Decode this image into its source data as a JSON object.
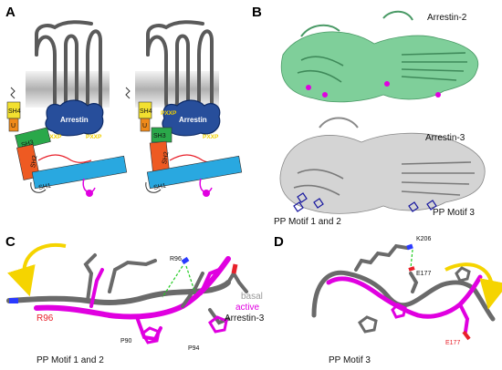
{
  "panels": {
    "a": {
      "letter": "A",
      "left": {
        "arrestin": "Arrestin",
        "pxxp_1": "PXXP",
        "pxxp_2": "PXXP",
        "sh4": "SH4",
        "u": "U",
        "sh3": "SH3",
        "sh2": "SH2",
        "sh1": "SH1"
      },
      "right": {
        "arrestin": "Arrestin",
        "pxxp_1": "PXXP",
        "pxxp_2": "PXXP",
        "sh4": "SH4",
        "u": "U",
        "sh3": "SH3",
        "sh2": "SH2",
        "sh1": "SH1"
      }
    },
    "b": {
      "letter": "B",
      "arrestin2_label": "Arrestin-2",
      "arrestin3_label": "Arrestin-3",
      "pp_motif_1_2": "PP Motif 1 and 2",
      "pp_motif_3": "PP Motif 3"
    },
    "c": {
      "letter": "C",
      "r96_top": "R96",
      "r96_bottom": "R96",
      "p90": "P90",
      "p94": "P94",
      "legend_basal": "basal",
      "legend_active": "active",
      "legend_arrestin3": "Arrestin-3",
      "caption": "PP Motif 1 and 2"
    },
    "d": {
      "letter": "D",
      "k206": "K206",
      "e177_top": "E177",
      "e177_bottom": "E177",
      "caption": "PP Motif 3"
    }
  },
  "colors": {
    "membrane": "#b5b5b5",
    "arrestin": "#274e9b",
    "sh4": "#f2e030",
    "u": "#f08a1a",
    "sh3": "#2aa84a",
    "sh2": "#ee5a22",
    "sh1": "#29a8e0",
    "loop_red": "#e8202a",
    "magenta": "#e000e0",
    "basal_gray": "#666666",
    "arrestin2_green": "#7fcf9a",
    "arrestin3_gray": "#c8c8c8",
    "pp_blue": "#1a1aa0",
    "yellow_arrow": "#f5d400",
    "legend_basal": "#999999",
    "legend_active": "#e000e0",
    "red_label": "#e8202a"
  }
}
